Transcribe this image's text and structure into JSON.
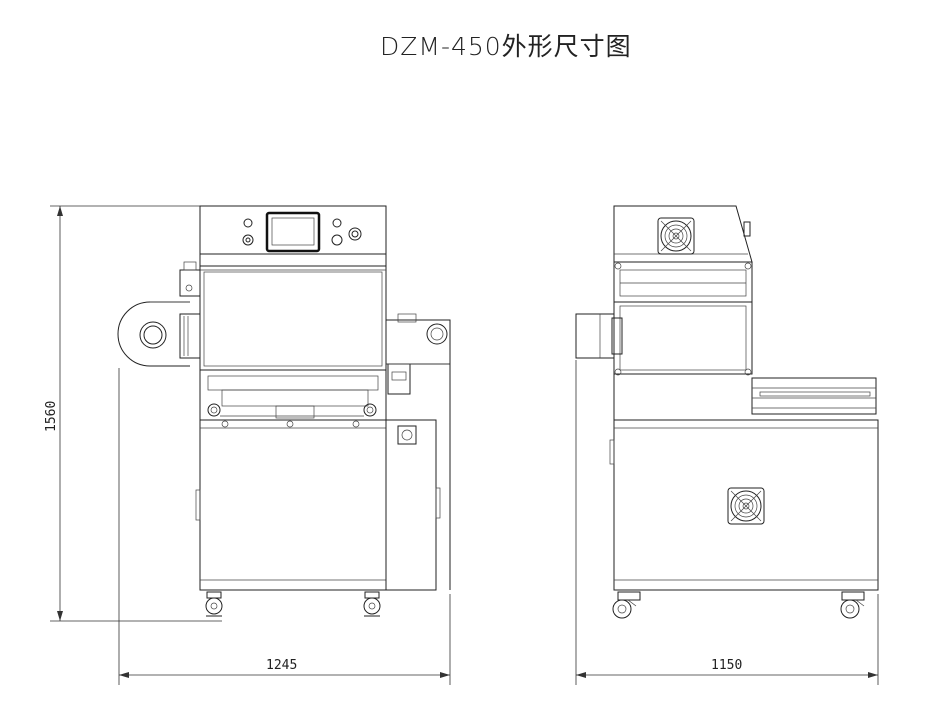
{
  "title": "DZM-450外形尺寸图",
  "dimensions": {
    "height": "1560",
    "front_width": "1245",
    "side_width": "1150"
  },
  "icons": {
    "fan_top": "fan-grille-icon",
    "fan_bottom": "fan-grille-icon",
    "wheel": "caster-wheel-icon"
  },
  "colors": {
    "line": "#222222",
    "background": "#ffffff"
  }
}
